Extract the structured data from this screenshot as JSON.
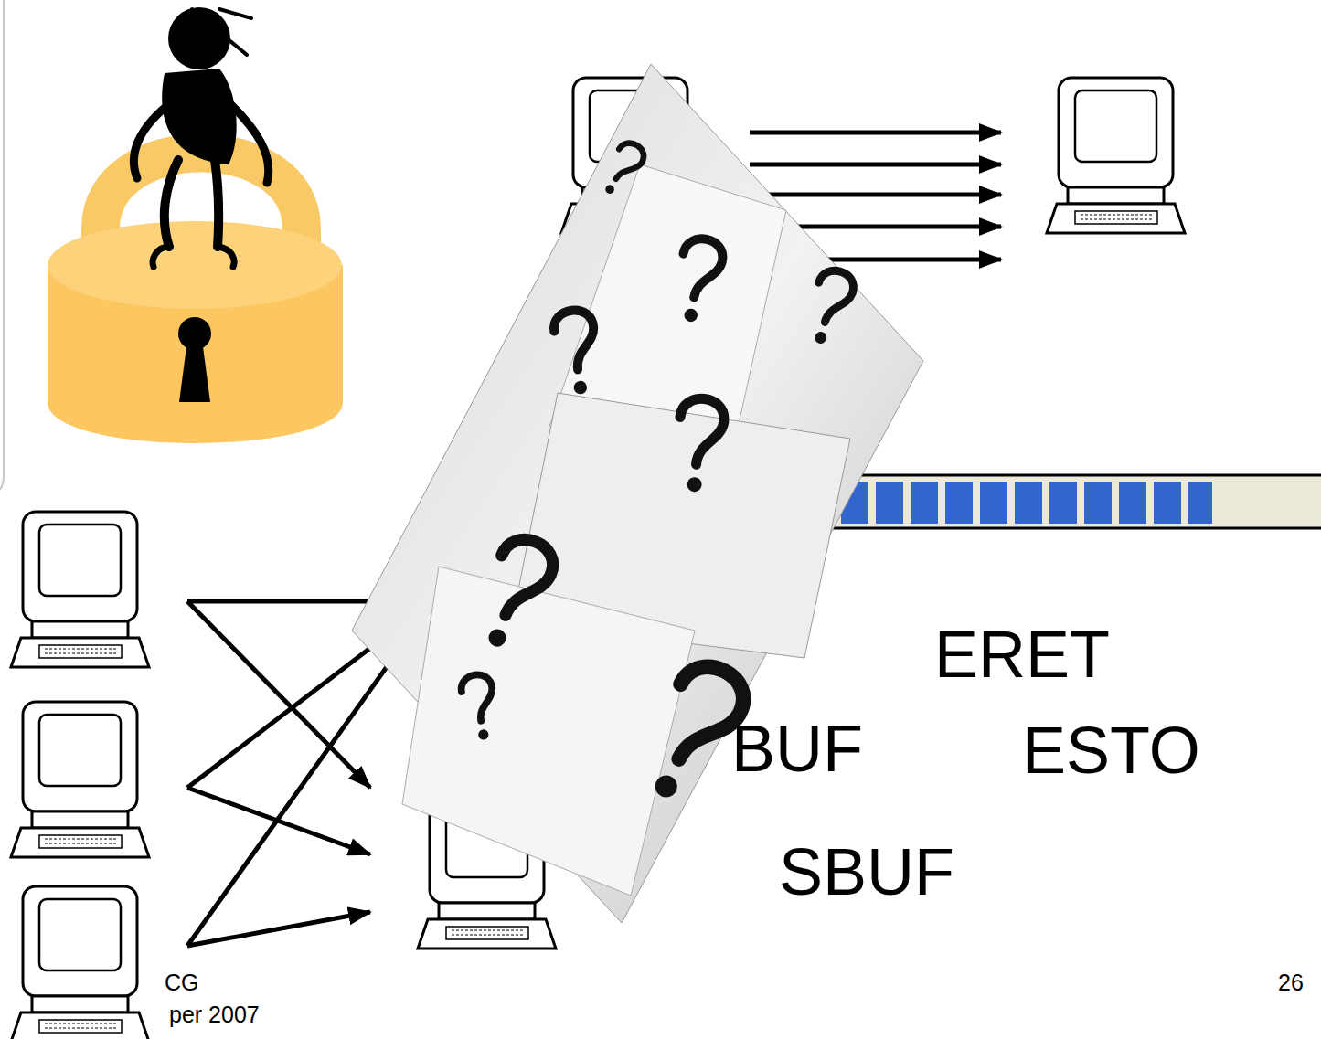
{
  "diagram": {
    "labels": [
      "ERET",
      "BUF",
      "ESTO",
      "SBUF",
      "CG",
      "per 2007",
      "26"
    ]
  }
}
